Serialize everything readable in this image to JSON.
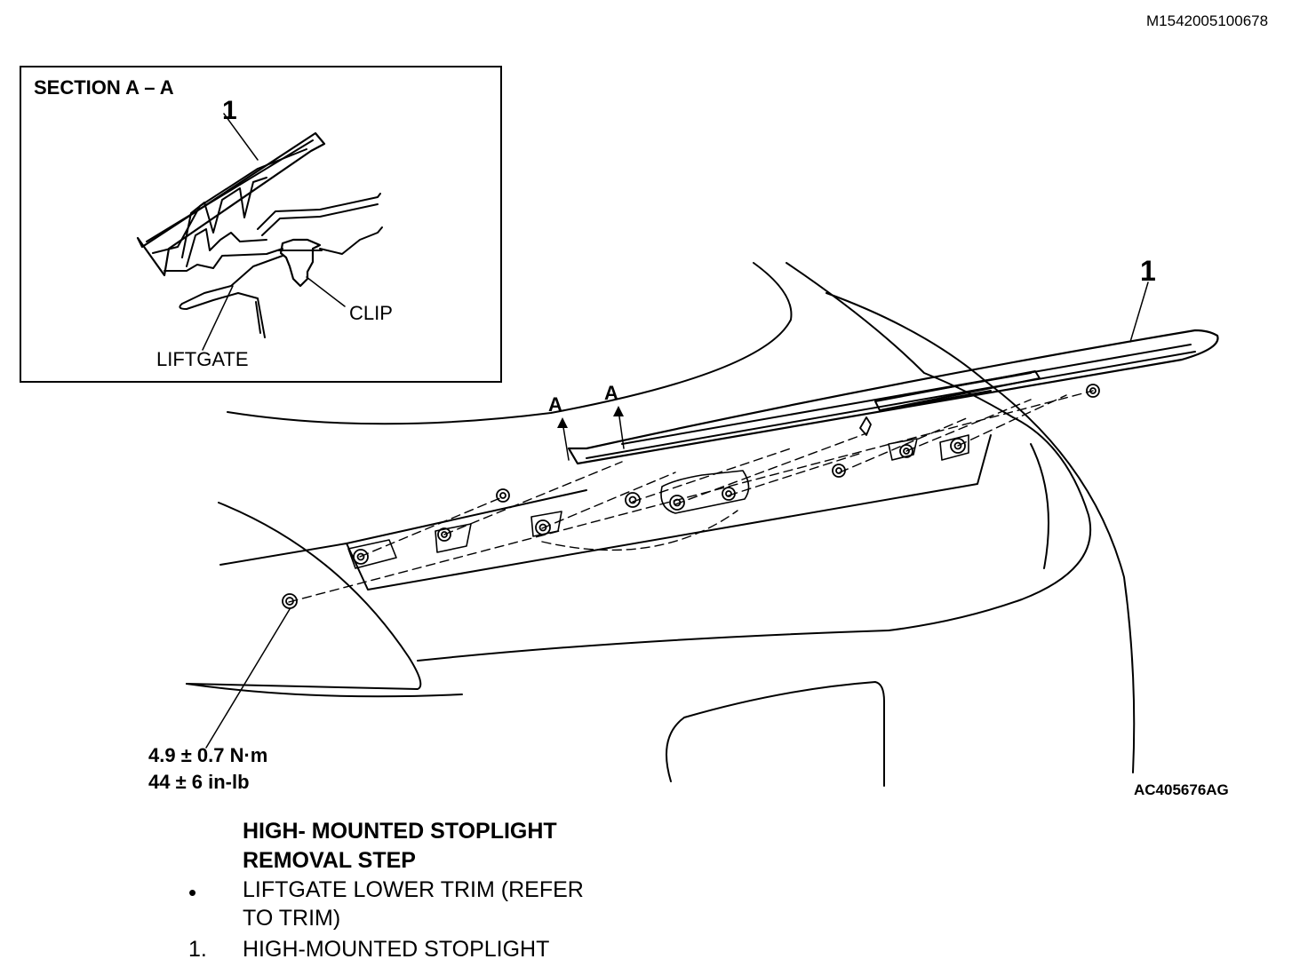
{
  "header": {
    "doc_id": "M1542005100678"
  },
  "inset": {
    "title": "SECTION A – A",
    "part_number": "1",
    "clip_label": "CLIP",
    "liftgate_label": "LIFTGATE"
  },
  "main": {
    "part_number": "1",
    "section_marker_1": "A",
    "section_marker_2": "A",
    "torque_nm": "4.9 ± 0.7 N·m",
    "torque_inlb": "44 ± 6 in-lb",
    "figure_id": "AC405676AG"
  },
  "procedure": {
    "heading_line1": "HIGH- MOUNTED STOPLIGHT",
    "heading_line2": "REMOVAL STEP",
    "bullet_symbol": "•",
    "step_bullet_line1": "LIFTGATE LOWER TRIM (REFER",
    "step_bullet_line2": "TO TRIM)",
    "step_1_number": "1.",
    "step_1_label": "HIGH-MOUNTED STOPLIGHT"
  }
}
